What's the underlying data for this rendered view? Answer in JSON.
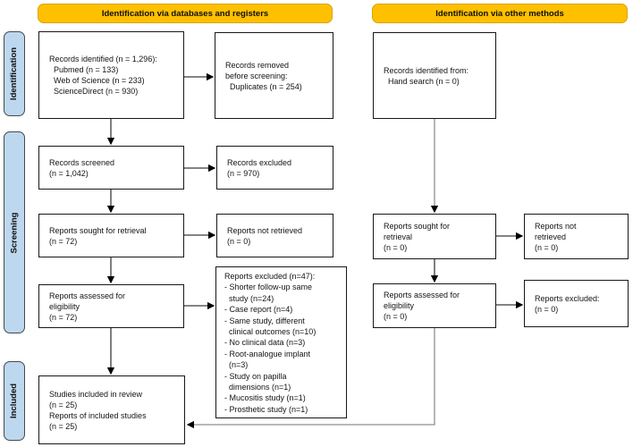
{
  "banners": {
    "databases": "Identification via databases and registers",
    "other": "Identification via other methods"
  },
  "sidebar": {
    "identification": "Identification",
    "screening": "Screening",
    "included": "Included"
  },
  "boxes": {
    "records_identified_db": "Records identified (n = 1,296):\n  Pubmed (n = 133)\n  Web of Science (n = 233)\n  ScienceDirect (n = 930)",
    "records_removed": "Records removed\nbefore screening:\n  Duplicates (n = 254)",
    "records_identified_other": "Records identified from:\n  Hand search (n = 0)",
    "records_screened": "Records screened\n(n = 1,042)",
    "records_excluded": "Records excluded\n(n = 970)",
    "reports_sought_db": "Reports sought for retrieval\n(n = 72)",
    "reports_not_retrieved_db": "Reports not retrieved\n(n = 0)",
    "reports_assessed_db": "Reports assessed for\neligibility\n(n = 72)",
    "reports_excluded_reasons": "Reports excluded (n=47):\n- Shorter follow-up same\n  study (n=24)\n- Case report (n=4)\n- Same study, different\n  clinical outcomes (n=10)\n- No clinical data (n=3)\n- Root-analogue implant\n  (n=3)\n- Study on papilla\n  dimensions (n=1)\n- Mucositis study (n=1)\n- Prosthetic study (n=1)",
    "reports_sought_other": "Reports sought for\nretrieval\n(n = 0)",
    "reports_not_retrieved_other": "Reports not\nretrieved\n(n = 0)",
    "reports_assessed_other": "Reports assessed for\neligibility\n(n = 0)",
    "reports_excluded_other": "Reports excluded:\n(n = 0)",
    "studies_included": "Studies included in review\n(n = 25)\nReports of included studies\n(n = 25)"
  },
  "colors": {
    "banner_bg": "#FFC000",
    "sidebar_bg": "#BDD7EE",
    "box_border": "#17171b",
    "arrow": "#3a3a3e"
  }
}
